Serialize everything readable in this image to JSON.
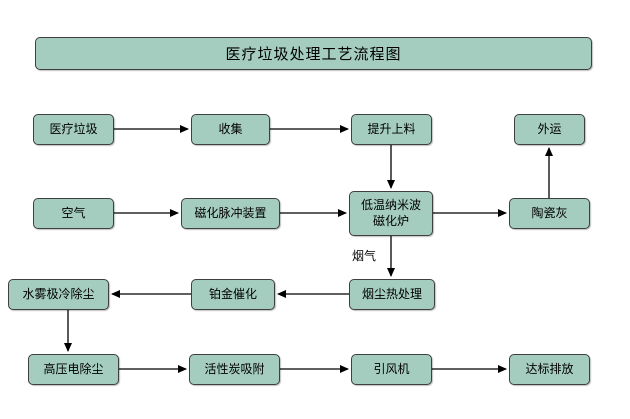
{
  "title": "医疗垃圾处理工艺流程图",
  "nodes": {
    "medical_waste": "医疗垃圾",
    "collect": "收集",
    "lift_feed": "提升上料",
    "outbound": "外运",
    "air": "空气",
    "magnet_pulse_device": "磁化脉冲装置",
    "furnace_line1": "低温纳米波",
    "furnace_line2": "磁化炉",
    "ceramic_ash": "陶瓷灰",
    "smoke_heat_treat": "烟尘热处理",
    "platinum_catalysis": "铂金催化",
    "mist_cold_dedust": "水雾极冷除尘",
    "hv_electro_dedust": "高压电除尘",
    "carbon_adsorb": "活性炭吸附",
    "draft_fan": "引风机",
    "compliant_discharge": "达标排放"
  },
  "labels": {
    "flue_gas": "烟气"
  },
  "edges": [
    {
      "from": "医疗垃圾",
      "to": "收集"
    },
    {
      "from": "收集",
      "to": "提升上料"
    },
    {
      "from": "提升上料",
      "to": "低温纳米波磁化炉"
    },
    {
      "from": "空气",
      "to": "磁化脉冲装置"
    },
    {
      "from": "磁化脉冲装置",
      "to": "低温纳米波磁化炉"
    },
    {
      "from": "低温纳米波磁化炉",
      "to": "陶瓷灰"
    },
    {
      "from": "陶瓷灰",
      "to": "外运"
    },
    {
      "from": "低温纳米波磁化炉",
      "to": "烟尘热处理",
      "label": "烟气"
    },
    {
      "from": "烟尘热处理",
      "to": "铂金催化"
    },
    {
      "from": "铂金催化",
      "to": "水雾极冷除尘"
    },
    {
      "from": "水雾极冷除尘",
      "to": "高压电除尘"
    },
    {
      "from": "高压电除尘",
      "to": "活性炭吸附"
    },
    {
      "from": "活性炭吸附",
      "to": "引风机"
    },
    {
      "from": "引风机",
      "to": "达标排放"
    }
  ],
  "colors": {
    "box_fill": "#a5cdbf",
    "box_border": "#3f3f3f",
    "arrow": "#000000",
    "background": "#ffffff",
    "text": "#000000"
  }
}
